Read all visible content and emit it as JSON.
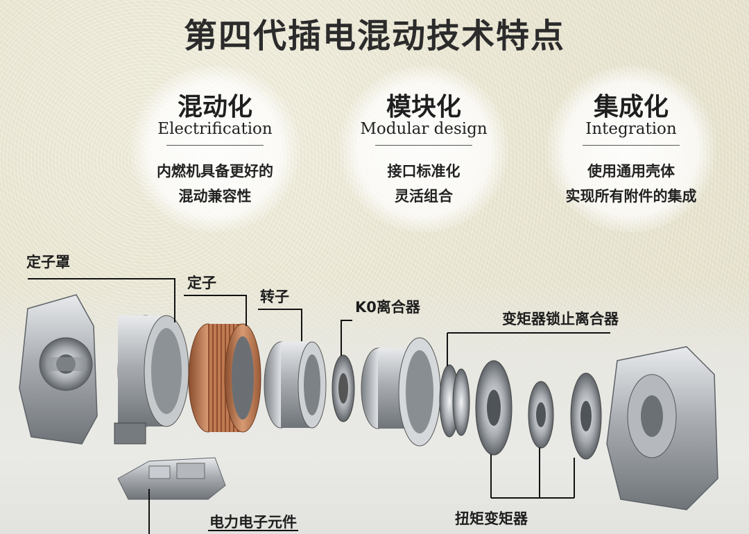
{
  "title": "第四代插电混动技术特点",
  "features": [
    {
      "heading": "混动化",
      "english": "Electrification",
      "lines": [
        "内燃机具备更好的",
        "混动兼容性"
      ]
    },
    {
      "heading": "模块化",
      "english": "Modular design",
      "lines": [
        "接口标准化",
        "灵活组合"
      ]
    },
    {
      "heading": "集成化",
      "english": "Integration",
      "lines": [
        "使用通用壳体",
        "实现所有附件的集成"
      ]
    }
  ],
  "labels": {
    "stator_cover": "定子罩",
    "stator": "定子",
    "rotor": "转子",
    "k0_clutch": "K0离合器",
    "lockup_clutch": "变矩器锁止离合器",
    "power_electronics": "电力电子元件",
    "torque_converter": "扭矩变矩器"
  },
  "colors": {
    "copper": "#b8704a",
    "metal": "#b9bcc0",
    "background": "#ece8d4"
  }
}
